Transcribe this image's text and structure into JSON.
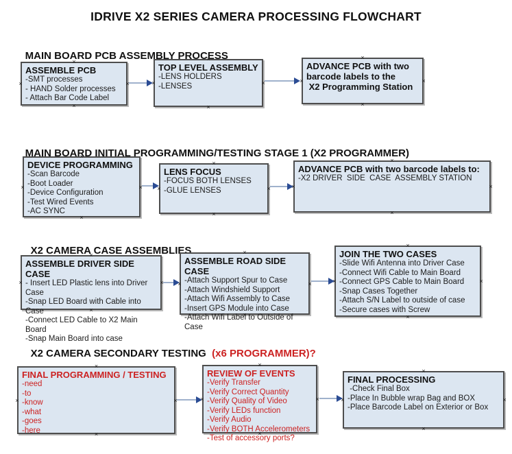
{
  "page": {
    "title": "IDRIVE X2  SERIES CAMERA PROCESSING FLOWCHART"
  },
  "colors": {
    "box_fill": "#dce6f1",
    "box_border": "#4d4d4d",
    "arrow_line": "#9fb1cc",
    "arrow_head": "#2b4c94",
    "red_text": "#cc2222",
    "black_text": "#111111"
  },
  "decor": {
    "connection_marker": "×"
  },
  "sections": [
    {
      "heading": "MAIN BOARD PCB ASSEMBLY PROCESS",
      "boxes": [
        {
          "title": "ASSEMBLE PCB",
          "items": [
            "-SMT processes",
            "- HAND Solder processes",
            "- Attach Bar Code Label"
          ]
        },
        {
          "title": "TOP LEVEL ASSEMBLY",
          "items": [
            "-LENS HOLDERS",
            "-LENSES"
          ]
        },
        {
          "title": "ADVANCE PCB with two\nbarcode labels to the\n X2 Programming Station",
          "items": []
        }
      ]
    },
    {
      "heading": "MAIN BOARD INITIAL PROGRAMMING/TESTING STAGE 1 (X2 PROGRAMMER)",
      "boxes": [
        {
          "title": "DEVICE PROGRAMMING",
          "items": [
            "-Scan Barcode",
            "-Boot Loader",
            "-Device Configuration",
            "-Test Wired Events",
            "-AC SYNC"
          ]
        },
        {
          "title": "LENS FOCUS",
          "items": [
            "-FOCUS BOTH LENSES",
            "-GLUE LENSES"
          ]
        },
        {
          "title": "ADVANCE PCB with two barcode labels to:",
          "items": [
            "-X2 DRIVER  SIDE  CASE  ASSEMBLY STATION"
          ]
        }
      ]
    },
    {
      "heading": "X2 CAMERA CASE ASSEMBLIES",
      "boxes": [
        {
          "title": "ASSEMBLE DRIVER SIDE CASE",
          "items": [
            "- Insert LED Plastic lens into Driver Case",
            "-Snap LED Board with Cable into Case",
            "-Connect LED Cable to X2 Main Board",
            "-Snap Main Board into case"
          ]
        },
        {
          "title": "ASSEMBLE ROAD SIDE CASE",
          "items": [
            "-Attach Support Spur to Case",
            "-Attach Windshield Support",
            "-Attach Wifi Assembly to Case",
            "-Insert GPS Module into Case",
            "-Attach Wifi Label to Outside of Case"
          ]
        },
        {
          "title": "JOIN THE TWO CASES",
          "items": [
            "-Slide Wifi Antenna into Driver Case",
            "-Connect Wifi Cable to Main Board",
            "-Connect GPS Cable to Main Board",
            "-Snap Cases Together",
            "-Attach S/N Label to outside of case",
            "-Secure cases with Screw"
          ]
        }
      ]
    },
    {
      "heading": "X2 CAMERA SECONDARY TESTING",
      "heading_red": "  (x6 PROGRAMMER)?",
      "boxes": [
        {
          "title": "FINAL PROGRAMMING / TESTING",
          "items": [
            "-need",
            "-to",
            "-know",
            "-what",
            "-goes",
            "-here"
          ]
        },
        {
          "title": "REVIEW OF EVENTS",
          "items": [
            "-Verify Transfer",
            "-Verify Correct Quantity",
            "-Verify Quality of Video",
            "-Verify LEDs function",
            "-Verify Audio",
            "-Verify BOTH Accelerometers",
            "-Test of accessory ports?"
          ]
        },
        {
          "title": "FINAL PROCESSING",
          "items": [
            " -Check Final Box",
            "-Place In Bubble wrap Bag and BOX",
            "-Place Barcode Label on Exterior or Box"
          ]
        }
      ]
    }
  ]
}
